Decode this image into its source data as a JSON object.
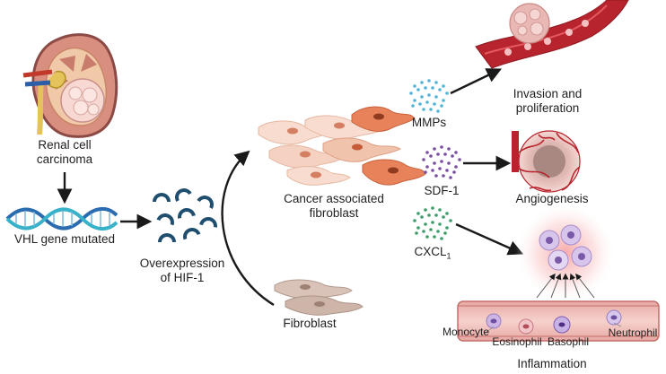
{
  "labels": {
    "rcc_line1": "Renal cell",
    "rcc_line2": "carcinoma",
    "vhl": "VHL gene mutated",
    "hif_line1": "Overexpression",
    "hif_line2": "of HIF-1",
    "caf_line1": "Cancer associated",
    "caf_line2": "fibroblast",
    "fibroblast": "Fibroblast",
    "mmps": "MMPs",
    "sdf1": "SDF-1",
    "cxcl1_main": "CXCL",
    "cxcl1_sub": "1",
    "invasion_line1": "Invasion and",
    "invasion_line2": "proliferation",
    "angiogenesis": "Angiogenesis",
    "monocyte": "Monocyte",
    "eosinophil": "Eosinophil",
    "basophil": "Basophil",
    "neutrophil": "Neutrophil",
    "inflammation": "Inflammation"
  },
  "colors": {
    "arrow": "#1a1a1a",
    "dna_blue": "#2b6cb0",
    "dna_teal": "#38b2c8",
    "hif_navy": "#1f4e6e",
    "caf_orange": "#e8825a",
    "fibroblast_tan": "#c9b0a3",
    "mmps_dots": "#52b5d9",
    "sdf1_dots": "#7b4fa0",
    "cxcl1_dots": "#3f9b6a",
    "vessel_red": "#b8242d",
    "tumor_pink": "#e7b5b0",
    "inflammation_glow": "#f6a6a6",
    "kidney_brown": "#8b4a45"
  }
}
